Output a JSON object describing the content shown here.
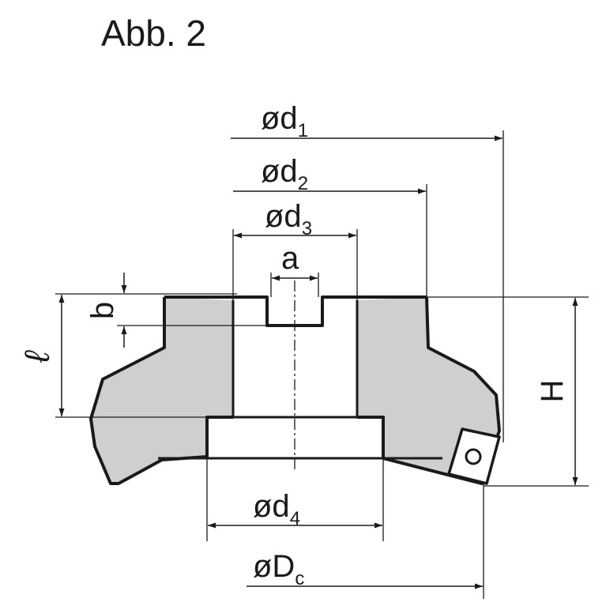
{
  "title": "Abb. 2",
  "labels": {
    "d1": {
      "prefix": "ød",
      "sub": "1"
    },
    "d2": {
      "prefix": "ød",
      "sub": "2"
    },
    "d3": {
      "prefix": "ød",
      "sub": "3"
    },
    "d4": {
      "prefix": "ød",
      "sub": "4"
    },
    "dc": {
      "prefix": "øD",
      "sub": "c"
    },
    "a": "a",
    "b": "b",
    "l": "ℓ",
    "H": "H"
  },
  "colors": {
    "fill": "#cfcfcf",
    "outline": "#1a1a1a",
    "line": "#1a1a1a"
  }
}
